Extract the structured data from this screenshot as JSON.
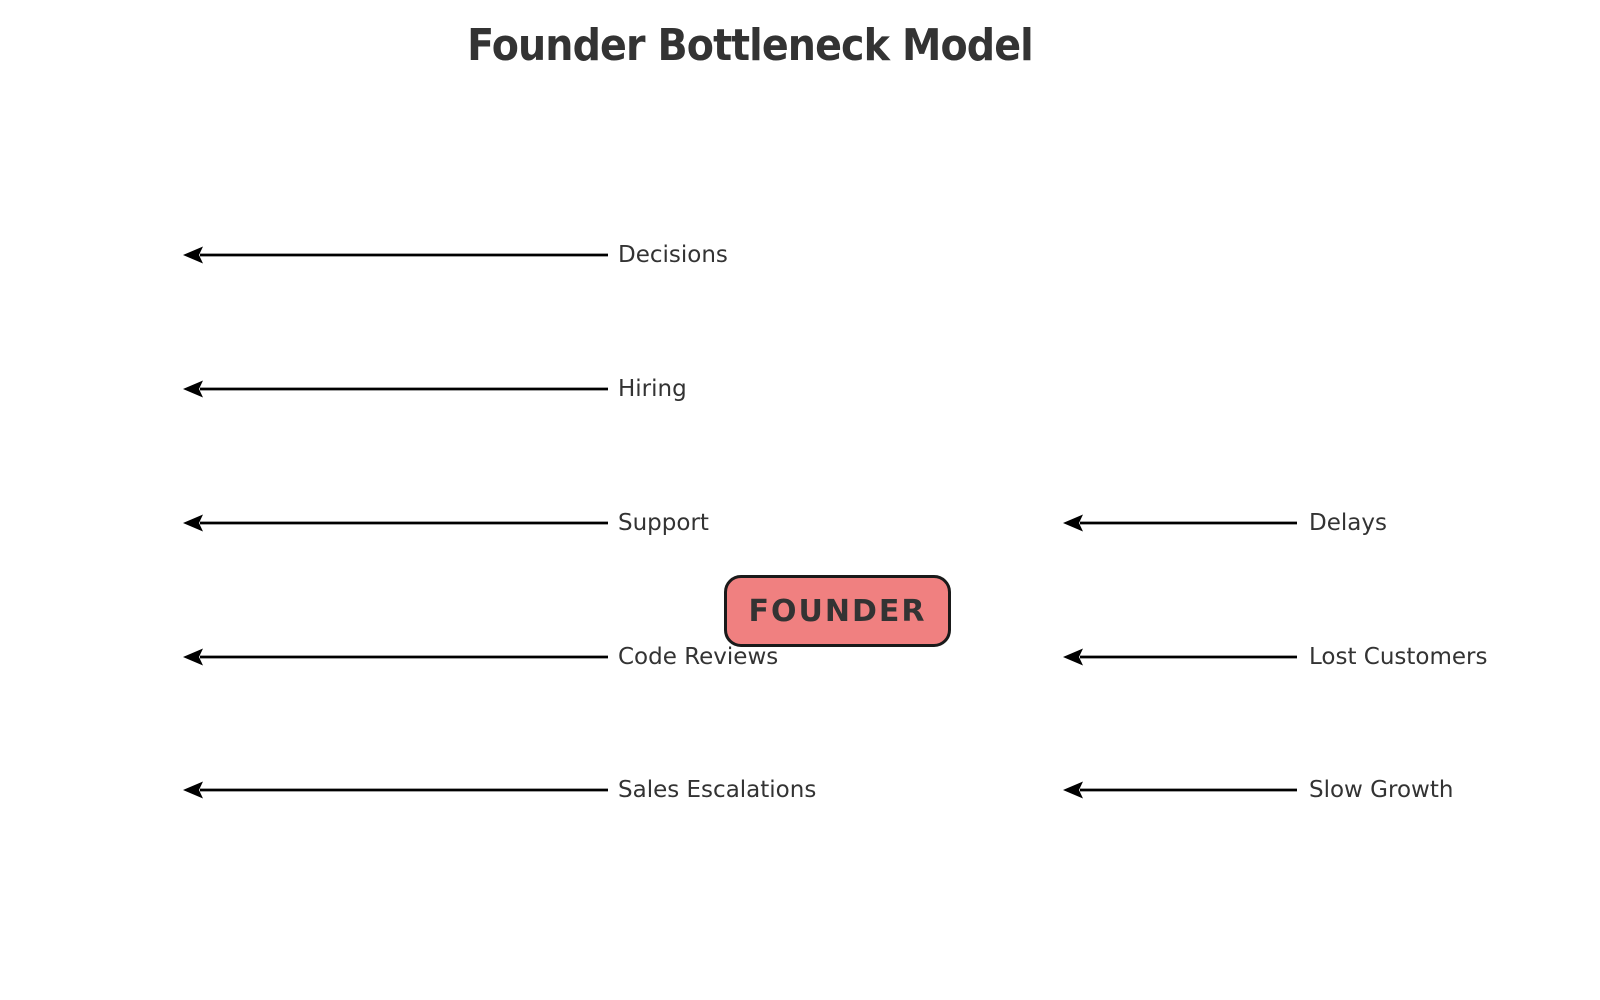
{
  "diagram": {
    "title": "Founder Bottleneck Model",
    "center_node": {
      "label": "FOUNDER",
      "fill_color": "#F08080",
      "border_color": "#1a1a1a",
      "text_color": "#333333"
    },
    "left_flows": [
      "Decisions",
      "Hiring",
      "Support",
      "Code Reviews",
      "Sales Escalations"
    ],
    "right_flows": [
      "Delays",
      "Lost Customers",
      "Slow Growth"
    ],
    "colors": {
      "arrow": "#000000",
      "label_text": "#333333",
      "title_text": "#333333",
      "background": "#ffffff"
    }
  }
}
